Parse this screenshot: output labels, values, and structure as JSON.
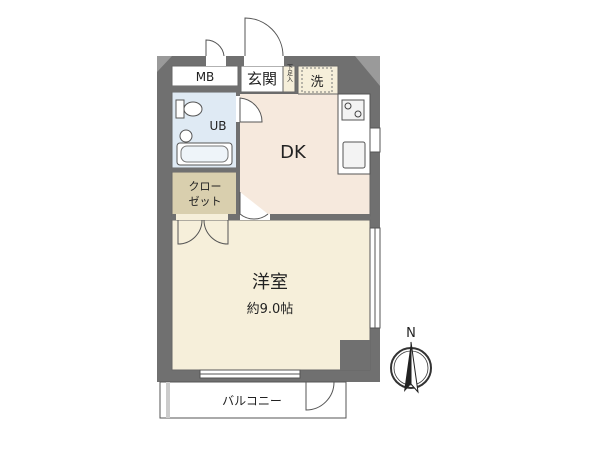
{
  "rooms": {
    "mb": "MB",
    "genkan": "玄関",
    "shoe_box": "下足入",
    "wash": "洗",
    "ub": "UB",
    "dk": "DK",
    "closet_line1": "クロー",
    "closet_line2": "ゼット",
    "western": "洋室",
    "western_size": "約9.0帖",
    "balcony": "バルコニー"
  },
  "compass": {
    "north": "N"
  },
  "colors": {
    "wall": "#6f6f6f",
    "floor_cream": "#f6efda",
    "floor_dk": "#f6e9dd",
    "bath": "#dfeaf4",
    "closet": "#d9cfae",
    "line": "#555555"
  }
}
